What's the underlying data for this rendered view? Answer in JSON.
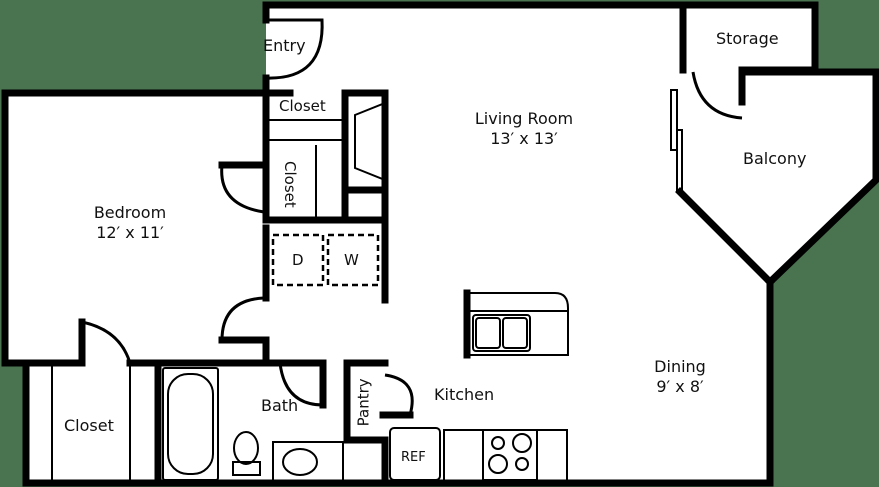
{
  "plan": {
    "background_color": "#4a7450",
    "wall_color": "#000000",
    "floor_color": "#ffffff"
  },
  "rooms": {
    "entry": {
      "name": "Entry"
    },
    "storage": {
      "name": "Storage"
    },
    "living_room": {
      "name": "Living Room",
      "dimensions": "13′ x 13′"
    },
    "balcony": {
      "name": "Balcony"
    },
    "closet_entry": {
      "name": "Closet"
    },
    "closet_hall": {
      "name": "Closet"
    },
    "bedroom": {
      "name": "Bedroom",
      "dimensions": "12′ x 11′"
    },
    "laundry": {
      "dryer": "D",
      "washer": "W"
    },
    "dining": {
      "name": "Dining",
      "dimensions": "9′ x 8′"
    },
    "kitchen": {
      "name": "Kitchen",
      "refrigerator": "REF"
    },
    "pantry": {
      "name": "Pantry"
    },
    "bath": {
      "name": "Bath"
    },
    "closet_bedroom": {
      "name": "Closet"
    }
  }
}
